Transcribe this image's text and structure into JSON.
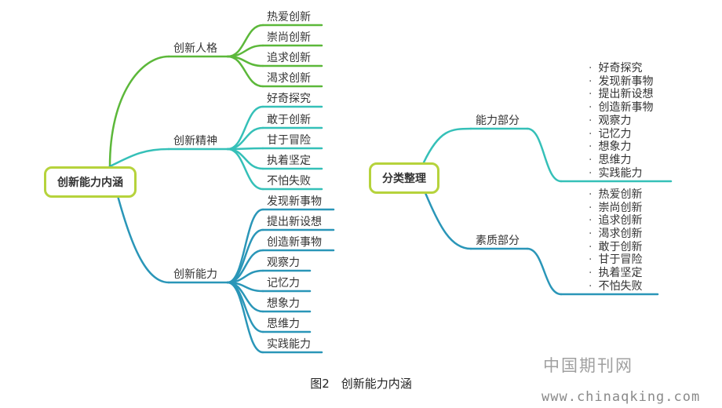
{
  "colors": {
    "green": "#5cb83a",
    "teal": "#35c0b8",
    "blue": "#2a96b8",
    "box_border": "#b6d33c"
  },
  "left_map": {
    "root": "创新能力内涵",
    "branches": [
      {
        "label": "创新人格",
        "color": "green",
        "leaves": [
          "热爱创新",
          "崇尚创新",
          "追求创新",
          "渴求创新"
        ]
      },
      {
        "label": "创新精神",
        "color": "teal",
        "leaves": [
          "好奇探究",
          "敢于创新",
          "甘于冒险",
          "执着坚定",
          "不怕失败"
        ]
      },
      {
        "label": "创新能力",
        "color": "blue",
        "leaves": [
          "发现新事物",
          "提出新设想",
          "创造新事物",
          "观察力",
          "记忆力",
          "想象力",
          "思维力",
          "实践能力"
        ]
      }
    ]
  },
  "right_map": {
    "root": "分类整理",
    "groups": [
      {
        "label": "能力部分",
        "color": "teal",
        "items": [
          "好奇探究",
          "发现新事物",
          "提出新设想",
          "创造新事物",
          "观察力",
          "记忆力",
          "想象力",
          "思维力",
          "实践能力"
        ]
      },
      {
        "label": "素质部分",
        "color": "blue",
        "items": [
          "热爱创新",
          "崇尚创新",
          "追求创新",
          "渴求创新",
          "敢于创新",
          "甘于冒险",
          "执着坚定",
          "不怕失败"
        ]
      }
    ]
  },
  "caption": "图2　创新能力内涵",
  "watermark": {
    "cn": "中国期刊网",
    "url": "www.chinaqking.com"
  }
}
